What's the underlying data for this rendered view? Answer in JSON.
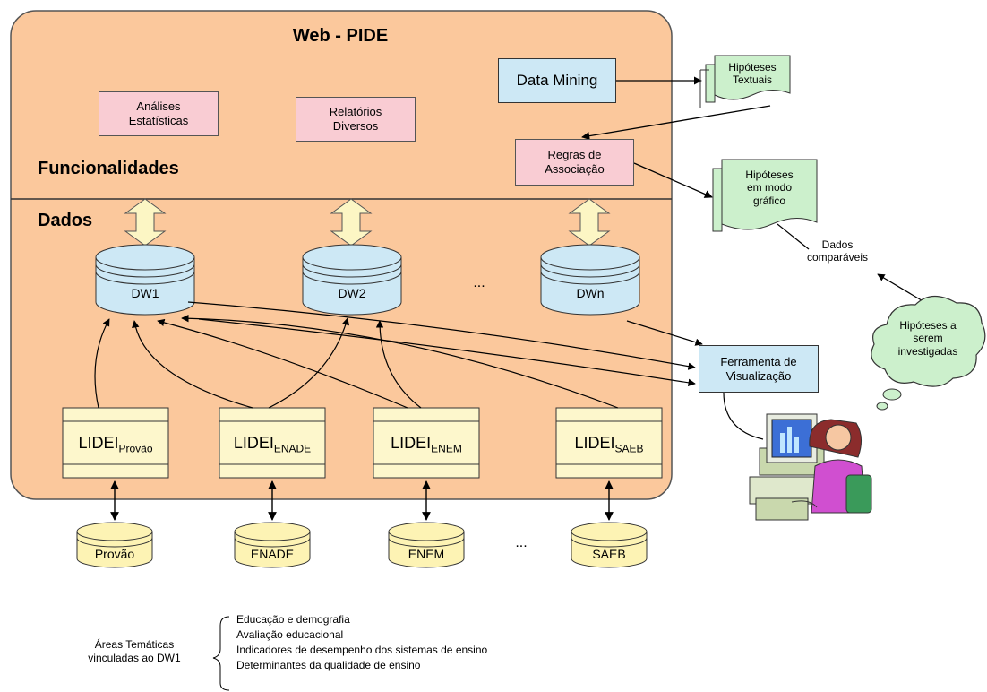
{
  "panel": {
    "title": "Web - PIDE",
    "funcionalidades_label": "Funcionalidades",
    "dados_label": "Dados"
  },
  "functions": {
    "analises": "Análises\nEstatísticas",
    "relatorios": "Relatórios\nDiversos",
    "data_mining": "Data Mining",
    "regras": "Regras de\nAssociação"
  },
  "warehouses": {
    "dw1": "DW1",
    "dw2": "DW2",
    "dwn": "DWn",
    "ellipsis": "..."
  },
  "lidei": {
    "base": "LIDEI",
    "items": [
      {
        "sub": "Provão"
      },
      {
        "sub": "ENADE"
      },
      {
        "sub": "ENEM"
      },
      {
        "sub": "SAEB"
      }
    ]
  },
  "sources": {
    "items": [
      "Provão",
      "ENADE",
      "ENEM",
      "SAEB"
    ],
    "ellipsis": "..."
  },
  "outputs": {
    "hipoteses_textuais": "Hipóteses\nTextuais",
    "hipoteses_grafico": "Hipóteses\nem modo\ngráfico",
    "dados_comparaveis": "Dados\ncomparáveis",
    "hipoteses_investigadas": "Hipóteses a\nserem\ninvestigadas",
    "ferramenta": "Ferramenta de\nVisualização"
  },
  "areas": {
    "label": "Áreas Temáticas\nvinculadas ao DW1",
    "items": [
      "Educação e demografia",
      "Avaliação educacional",
      "Indicadores de desempenho dos sistemas de ensino",
      "Determinantes da qualidade de ensino"
    ]
  },
  "colors": {
    "panel_fill": "#fbc89c",
    "pink_box": "#f9ccd3",
    "blue_box": "#cde8f5",
    "doc_green": "#ccf0cc",
    "db_yellow": "#fdf3b4",
    "lidei_yellow": "#fdf7cc",
    "arrow_fill": "#fcf6c4"
  }
}
